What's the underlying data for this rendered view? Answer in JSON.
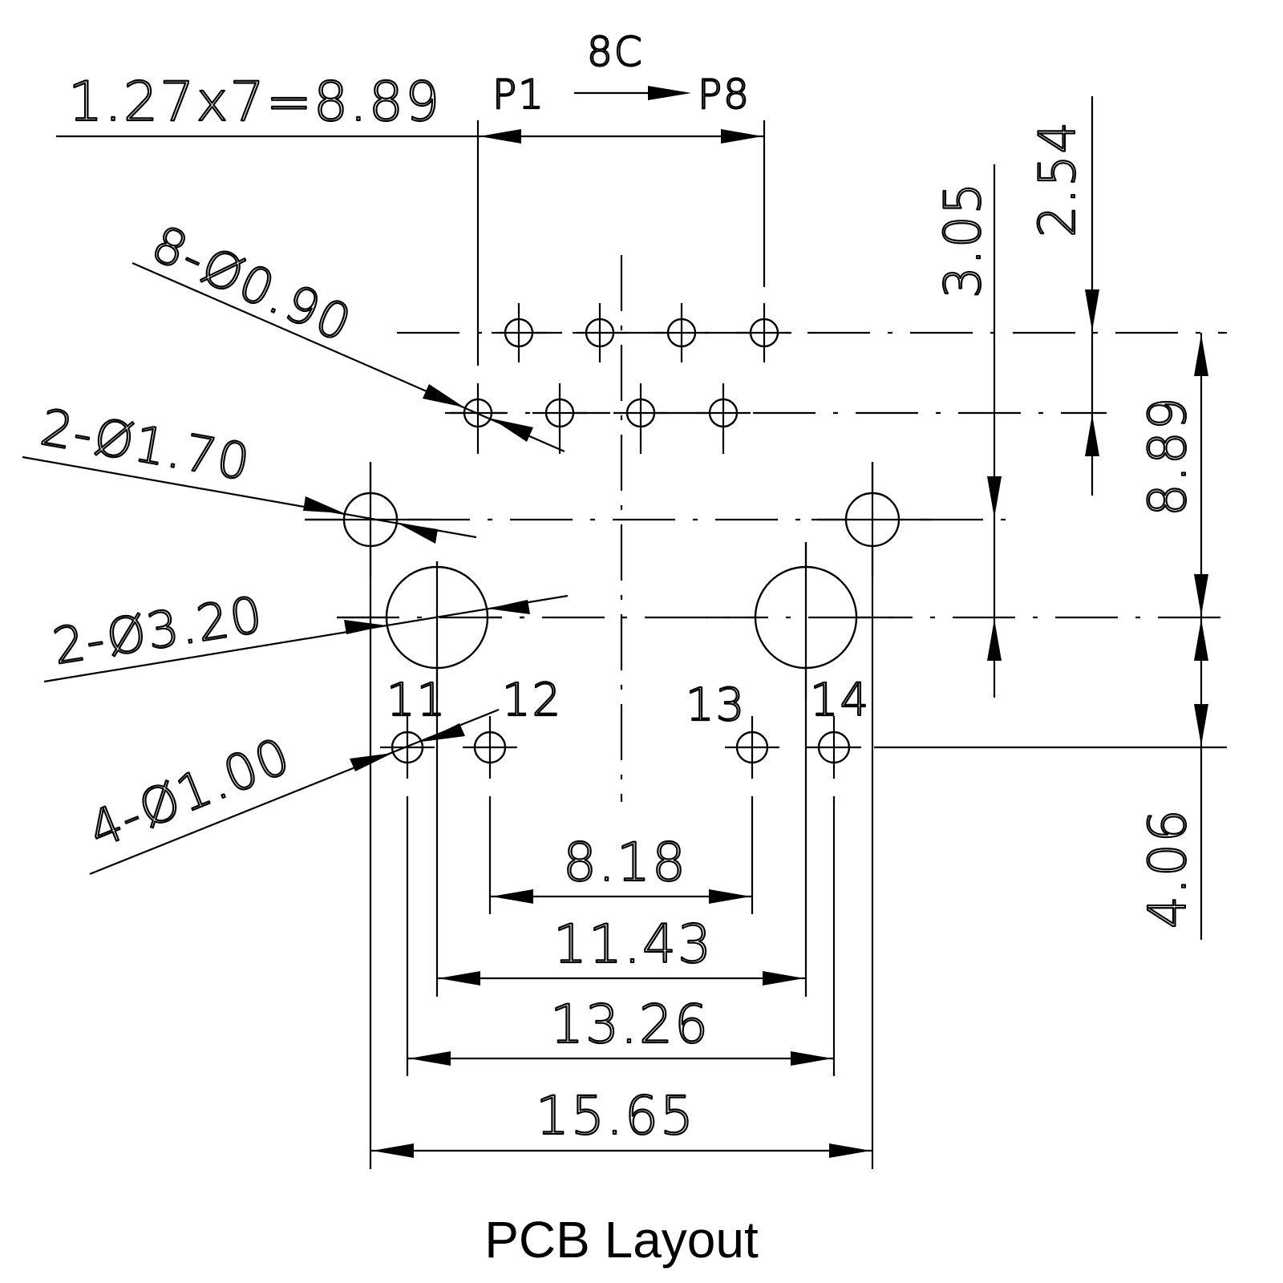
{
  "title": "PCB Layout",
  "dimensions": {
    "pitch_formula": "1.27x7=8.89",
    "contacts": "8C",
    "pin_first": "P1",
    "pin_last": "P8",
    "signal_holes": "8-Ø0.90",
    "locating_holes": "2-Ø1.70",
    "boss_holes": "2-Ø3.20",
    "shield_holes": "4-Ø1.00",
    "d_8_18": "8.18",
    "d_11_43": "11.43",
    "d_13_26": "13.26",
    "d_15_65": "15.65",
    "d_8_89": "8.89",
    "d_3_05": "3.05",
    "d_2_54": "2.54",
    "d_4_06": "4.06"
  },
  "pins": {
    "p11": "11",
    "p12": "12",
    "p13": "13",
    "p14": "14"
  }
}
